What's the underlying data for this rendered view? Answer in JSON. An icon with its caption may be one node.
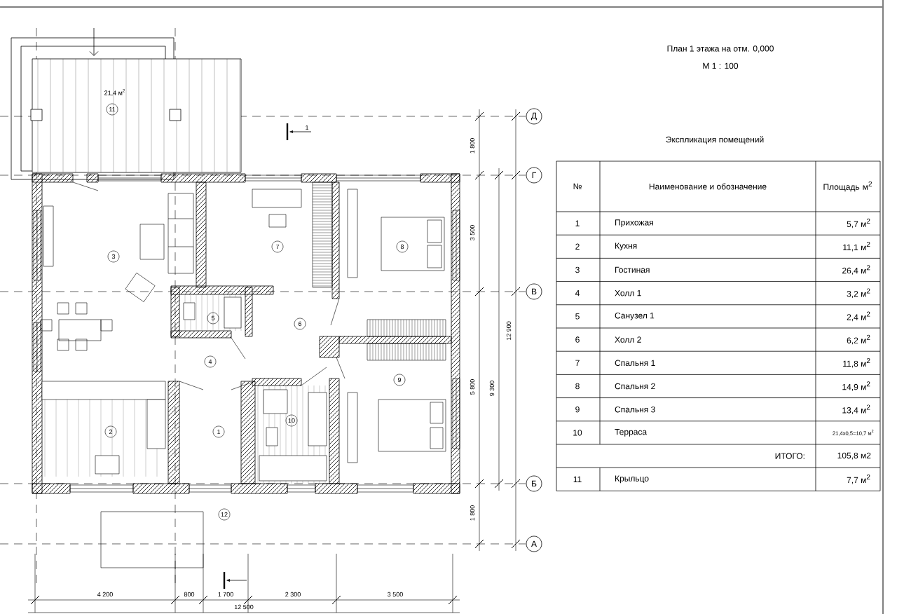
{
  "diagram": {
    "labels": [
      "План 1 этажа на отм. 0,000",
      "М 1 : 100",
      "21,4 м$^{2}$",
      "11",
      "1",
      "Д",
      "Г",
      "В",
      "Б",
      "А",
      "1 800",
      "3 500",
      "5 800",
      "1 800",
      "9 300",
      "12 900",
      "Экспликация помещений",
      "№",
      "Наименование и обозначение",
      "Площадь м$^{2}$",
      "1",
      "Прихожая",
      "5,7 м$^{2}$",
      "2",
      "Кухня",
      "11,1 м$^{2}$",
      "3",
      "Гостиная",
      "26,4 м$^{2}$",
      "4",
      "Холл 1",
      "3,2 м$^{2}$",
      "5",
      "Санузел 1",
      "2,4 м$^{2}$",
      "6",
      "Холл 2",
      "6,2 м$^{2}$",
      "7",
      "Спальня 1",
      "11,8 м$^{2}$",
      "8",
      "Спальня 2",
      "14,9 м$^{2}$",
      "9",
      "Спальня 3",
      "13,4 м$^{2}$",
      "10",
      "Терраса",
      "21,4х0,5=10,7 м$^{2}$",
      "ИТОГО:",
      "105,8 м2",
      "11",
      "Крыльцо",
      "7,7 м$^{2}$",
      "3",
      "7",
      "8",
      "5",
      "6",
      "4",
      "2",
      "1",
      "10",
      "9",
      "12",
      "4 200",
      "800",
      "1 700",
      "2 300",
      "3 500",
      "12 500"
    ]
  }
}
